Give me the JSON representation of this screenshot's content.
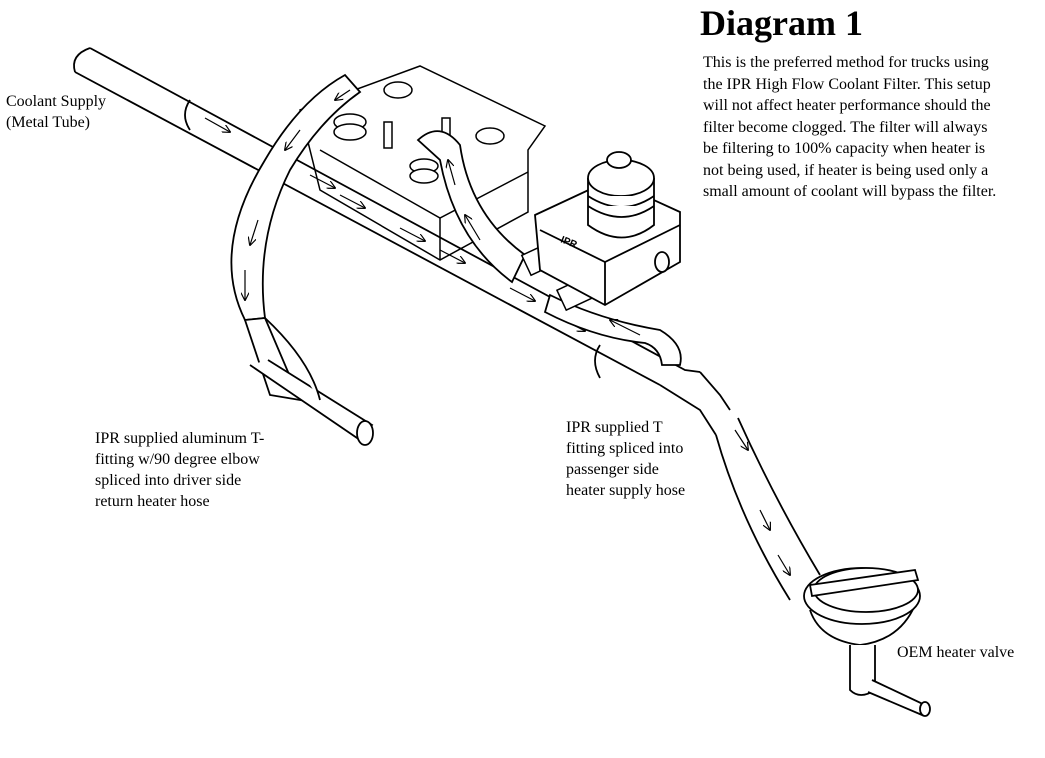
{
  "title": "Diagram 1",
  "description": [
    "This is the preferred method for trucks using",
    "the IPR High Flow Coolant Filter. This setup",
    "will not affect heater performance should the",
    "filter become clogged. The filter will always",
    "be filtering to 100% capacity when heater is",
    "not being used, if heater is being used only a",
    "small amount of coolant will bypass the filter."
  ],
  "labels": {
    "coolant_supply": [
      "Coolant Supply",
      "(Metal Tube)"
    ],
    "return_tfitting": [
      "IPR supplied aluminum T-",
      "fitting w/90 degree elbow",
      "spliced into driver side",
      "return heater hose"
    ],
    "supply_tfitting": [
      "IPR supplied T",
      "fitting spliced into",
      "passenger side",
      "heater supply hose"
    ],
    "heater_valve": [
      "OEM heater valve"
    ]
  },
  "filter_logo": "IPR",
  "colors": {
    "line": "#000000",
    "background": "#ffffff"
  }
}
